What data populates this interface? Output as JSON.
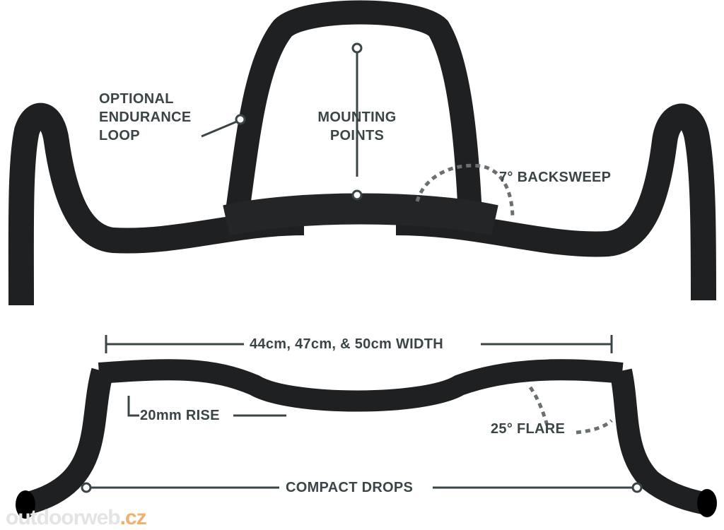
{
  "labels": {
    "endurance_loop": [
      "OPTIONAL",
      "ENDURANCE",
      "LOOP"
    ],
    "mounting_points": [
      "MOUNTING",
      "POINTS"
    ],
    "backsweep": "7° BACKSWEEP",
    "width": "44cm, 47cm, & 50cm WIDTH",
    "rise": "20mm RISE",
    "flare": "25° FLARE",
    "drops": "COMPACT DROPS"
  },
  "watermark": {
    "name": "outdoorweb",
    "tld": ".cz"
  },
  "colors": {
    "label": "#3b4547",
    "bar": "#1e2022",
    "watermark_accent": "#f0b070"
  }
}
